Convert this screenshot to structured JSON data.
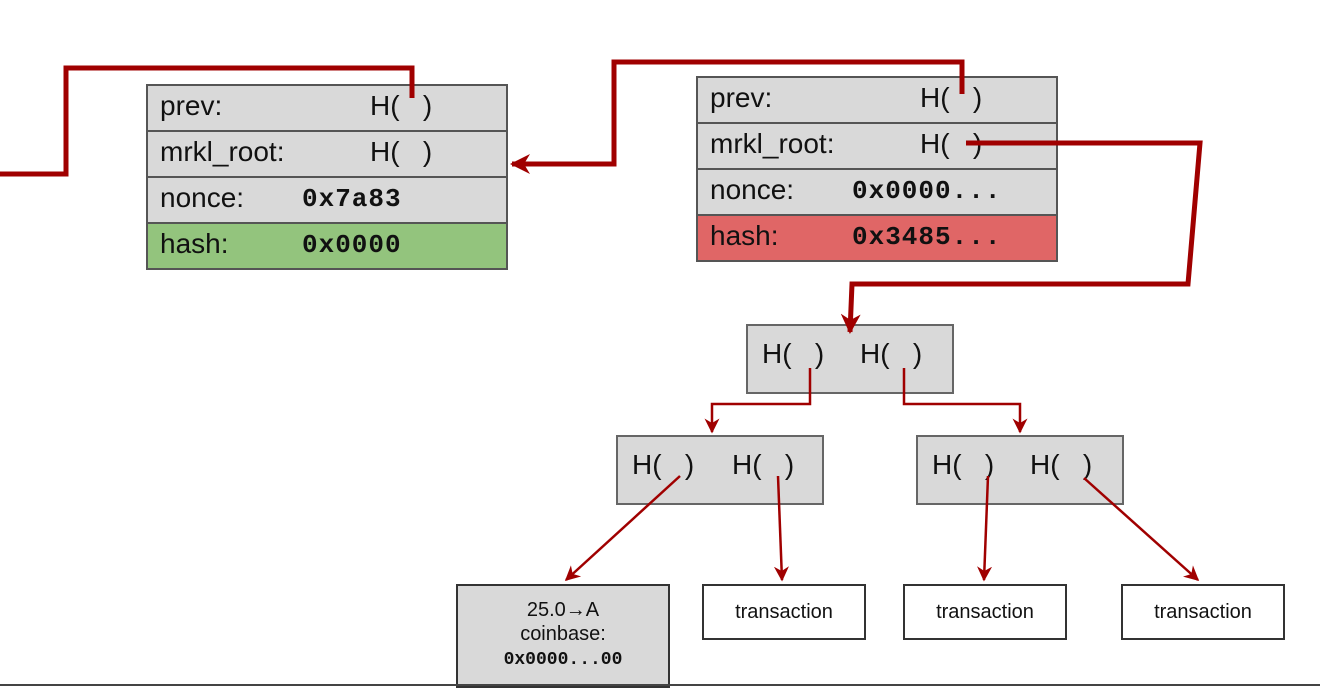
{
  "block_left": {
    "prev_label": "prev:",
    "prev_value": "H(   )",
    "mrkl_label": "mrkl_root:",
    "mrkl_value": "H(   )",
    "nonce_label": "nonce:",
    "nonce_value": "0x7a83",
    "hash_label": "hash:",
    "hash_value": "0x0000"
  },
  "block_right": {
    "prev_label": "prev:",
    "prev_value": "H(   )",
    "mrkl_label": "mrkl_root:",
    "mrkl_value": "H(   )",
    "nonce_label": "nonce:",
    "nonce_value": "0x0000...",
    "hash_label": "hash:",
    "hash_value": "0x3485..."
  },
  "merkle": {
    "hash_ptr": "H(   )",
    "leaves": [
      "transaction",
      "transaction",
      "transaction"
    ],
    "coinbase": {
      "line1": "25.0→A",
      "line2": "coinbase:",
      "line3": "0x0000...00"
    }
  },
  "colors": {
    "arrow": "#a00000",
    "valid_hash": "#93c47d",
    "invalid_hash": "#e06666",
    "box_fill": "#d9d9d9"
  }
}
